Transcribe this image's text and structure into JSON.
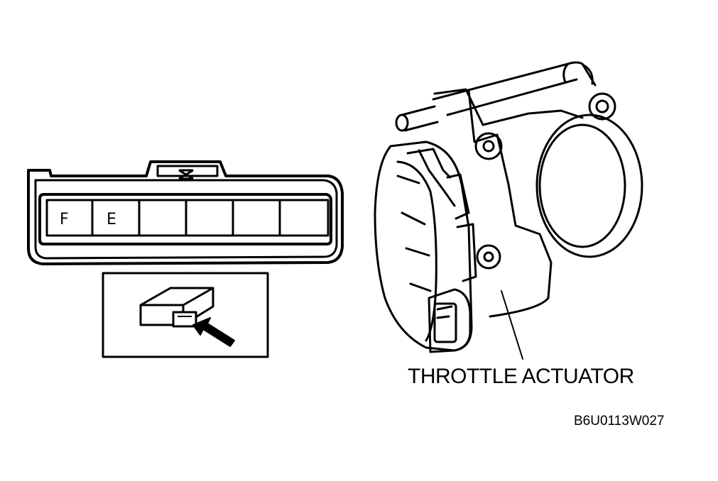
{
  "connector": {
    "pins": [
      "F",
      "E",
      "",
      "",
      "",
      ""
    ]
  },
  "part_label": "THROTTLE ACTUATOR",
  "figure_code": "B6U0113W027",
  "colors": {
    "line": "#000000",
    "background": "#ffffff"
  }
}
